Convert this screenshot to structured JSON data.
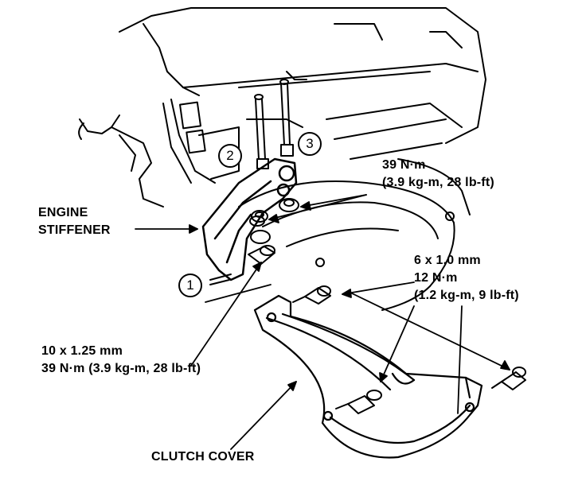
{
  "labels": {
    "engine_stiffener_line1": "ENGINE",
    "engine_stiffener_line2": "STIFFENER",
    "bolt_upper_torque_line1": "39 N·m",
    "bolt_upper_torque_line2": "(3.9 kg-m, 28 lb-ft)",
    "small_bolt_size": "6 x 1.0 mm",
    "small_bolt_torque": "12 N·m",
    "small_bolt_torque_imperial": "(1.2 kg-m, 9 lb-ft)",
    "large_bolt_size": "10 x 1.25 mm",
    "large_bolt_torque": "39 N·m (3.9 kg-m, 28 lb-ft)",
    "clutch_cover": "CLUTCH COVER"
  },
  "steps": {
    "step_1": "1",
    "step_2": "2",
    "step_3": "3"
  },
  "colors": {
    "line": "#000000",
    "background": "#ffffff"
  }
}
